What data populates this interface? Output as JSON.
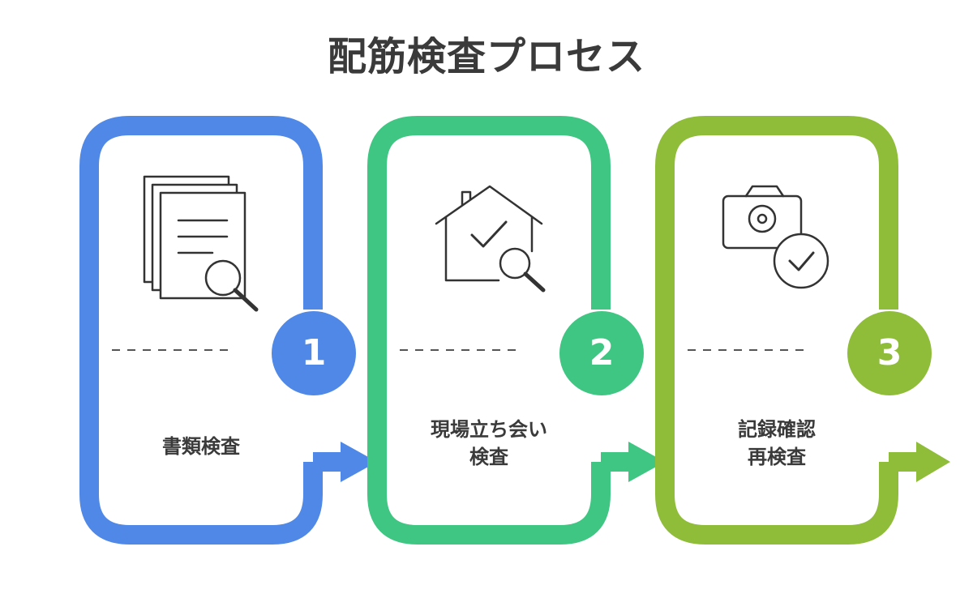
{
  "title": "配筋検査プロセス",
  "colors": {
    "step1": "#4f88e6",
    "step2": "#3ec682",
    "step3": "#8fbd3a",
    "text": "#3a3a3a"
  },
  "steps": [
    {
      "number": "1",
      "label": "書類検査",
      "icon": "documents-magnifier-icon"
    },
    {
      "number": "2",
      "label": "現場立ち会い\n検査",
      "icon": "house-check-magnifier-icon"
    },
    {
      "number": "3",
      "label": "記録確認\n再検査",
      "icon": "camera-check-icon"
    }
  ]
}
